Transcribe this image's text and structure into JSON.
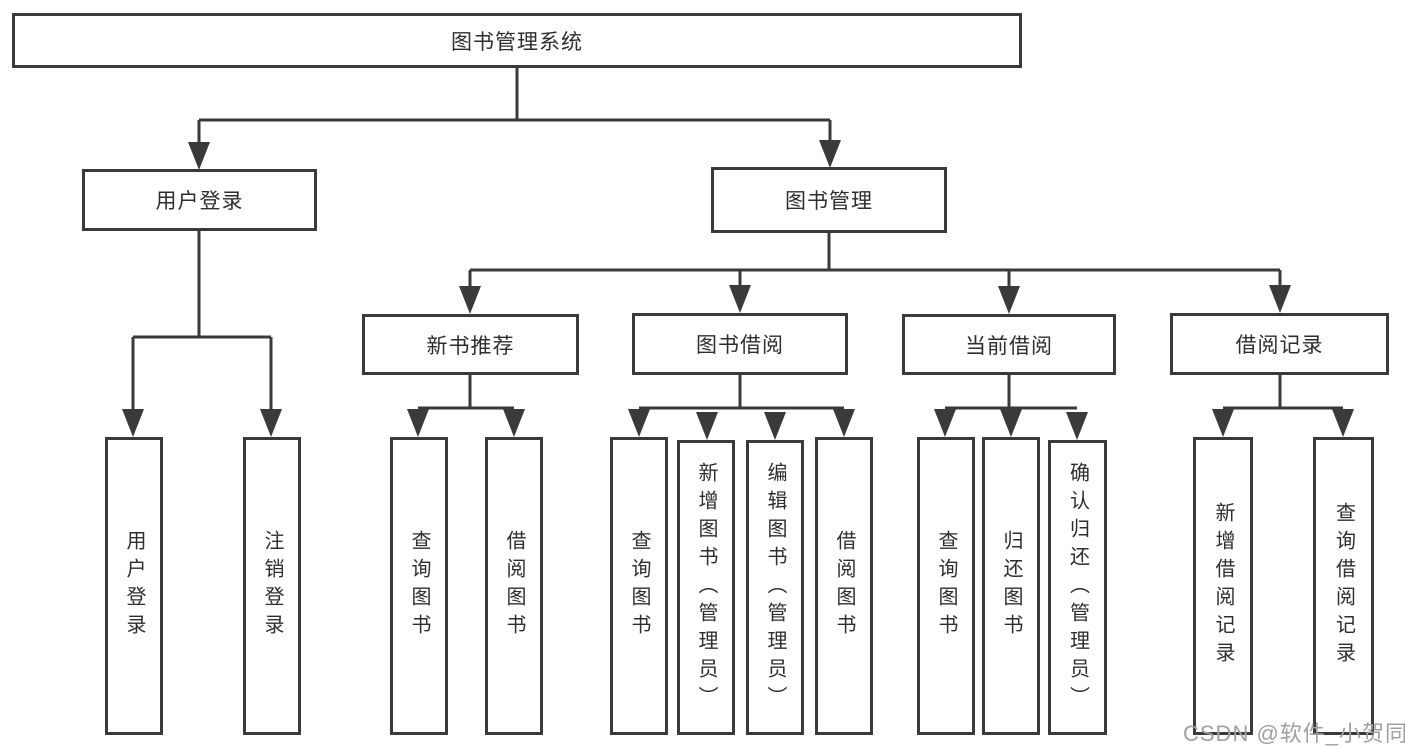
{
  "diagram": {
    "watermark": "CSDN @软件_小贺同学",
    "colors": {
      "line": "#3a3a3a",
      "text": "#2e2e2e",
      "box_background": "#ffffff",
      "watermark": "#a0a0a0"
    },
    "tree": {
      "label": "图书管理系统",
      "children": [
        {
          "label": "用户登录",
          "children": [
            {
              "label": "用户登录"
            },
            {
              "label": "注销登录"
            }
          ]
        },
        {
          "label": "图书管理",
          "children": [
            {
              "label": "新书推荐",
              "children": [
                {
                  "label": "查询图书"
                },
                {
                  "label": "借阅图书"
                }
              ]
            },
            {
              "label": "图书借阅",
              "children": [
                {
                  "label": "查询图书"
                },
                {
                  "label": "新增图书（管理员）"
                },
                {
                  "label": "编辑图书（管理员）"
                },
                {
                  "label": "借阅图书"
                }
              ]
            },
            {
              "label": "当前借阅",
              "children": [
                {
                  "label": "查询图书"
                },
                {
                  "label": "归还图书"
                },
                {
                  "label": "确认归还（管理员）"
                }
              ]
            },
            {
              "label": "借阅记录",
              "children": [
                {
                  "label": "新增借阅记录"
                },
                {
                  "label": "查询借阅记录"
                }
              ]
            }
          ]
        }
      ]
    }
  }
}
